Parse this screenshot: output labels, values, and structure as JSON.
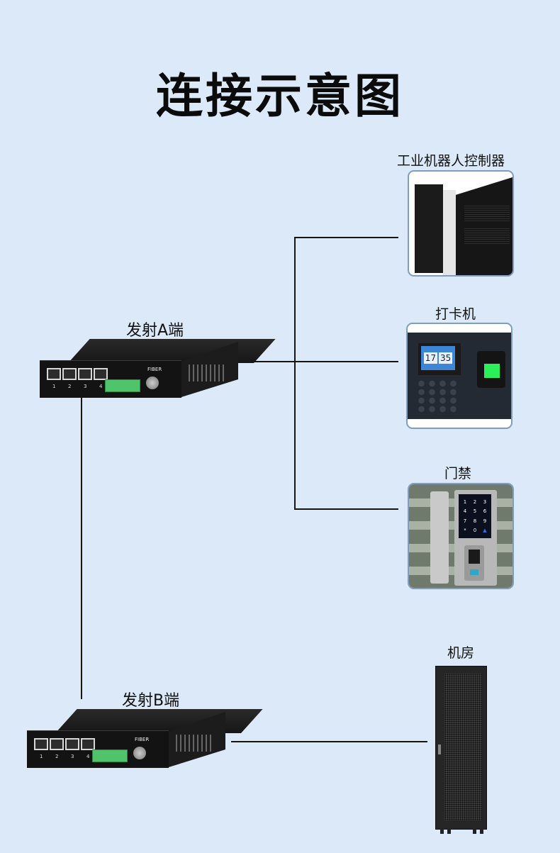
{
  "title": "连接示意图",
  "transmitters": {
    "a": {
      "label": "发射A端",
      "ports": [
        "1",
        "2",
        "3",
        "4"
      ],
      "fiber_label": "FIBER"
    },
    "b": {
      "label": "发射B端",
      "ports": [
        "1",
        "2",
        "3",
        "4"
      ],
      "fiber_label": "FIBER"
    }
  },
  "devices": [
    {
      "label": "工业机器人控制器"
    },
    {
      "label": "打卡机",
      "screen_time": [
        "17",
        "35"
      ]
    },
    {
      "label": "门禁",
      "keypad": [
        "1",
        "2",
        "3",
        "4",
        "5",
        "6",
        "7",
        "8",
        "9",
        "*",
        "0"
      ]
    },
    {
      "label": "机房"
    }
  ],
  "colors": {
    "background": "#dbe9f8",
    "line": "#1a140e",
    "card_border": "#7f9cc4",
    "terminal_green": "#4fc46a"
  }
}
